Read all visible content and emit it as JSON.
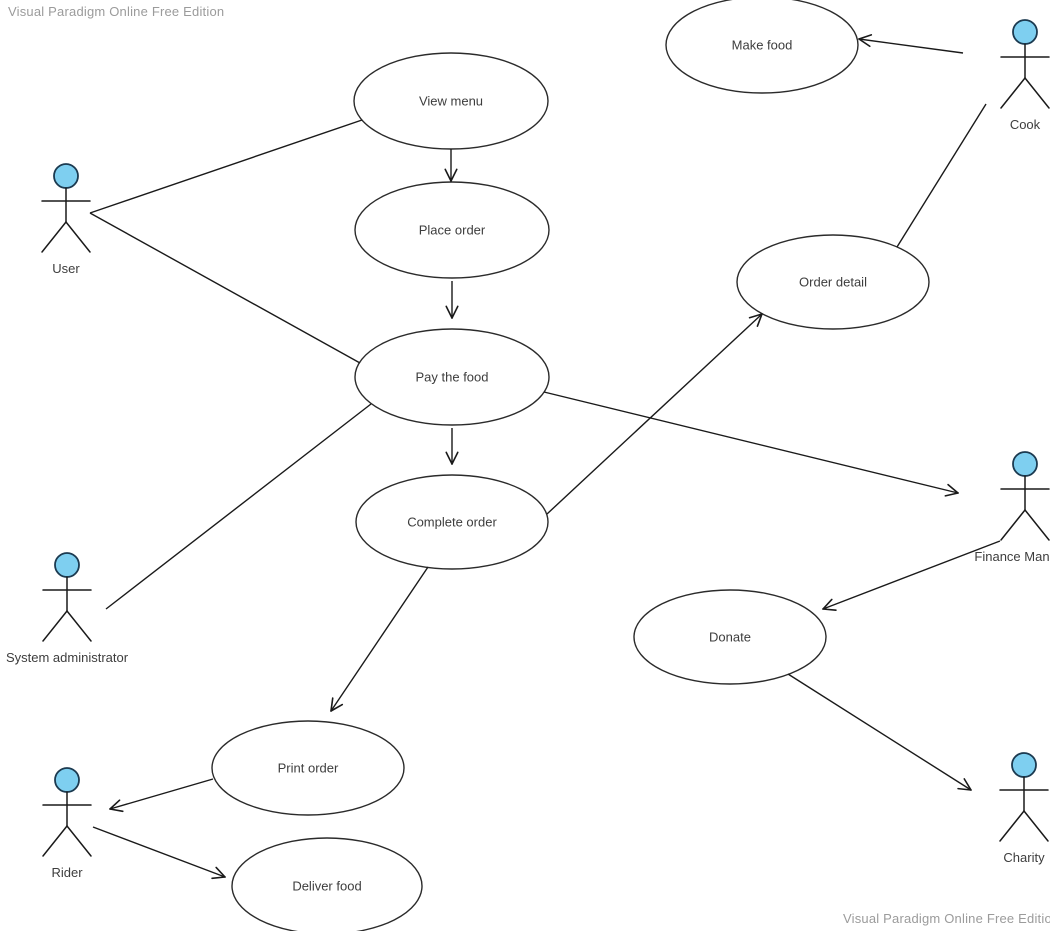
{
  "watermarks": {
    "top_left": "Visual Paradigm Online Free Edition",
    "bottom_right": "Visual Paradigm Online Free Edition"
  },
  "colors": {
    "canvas_bg": "#FFFFFF",
    "actor_head_fill": "#7ECFF0",
    "actor_head_stroke": "#1C3A50",
    "shape_stroke": "#2B2B2B",
    "shape_fill": "#FFFFFF",
    "edge_color": "#1A1A1A",
    "label_color": "#3D3D3D",
    "watermark_color": "#9B9B9B"
  },
  "diagram": {
    "type": "uml-use-case",
    "use_cases": [
      {
        "id": "view-menu",
        "label": "View menu"
      },
      {
        "id": "place-order",
        "label": "Place order"
      },
      {
        "id": "pay-the-food",
        "label": "Pay the food"
      },
      {
        "id": "complete-order",
        "label": "Complete order"
      },
      {
        "id": "make-food",
        "label": "Make food"
      },
      {
        "id": "order-detail",
        "label": "Order detail"
      },
      {
        "id": "donate",
        "label": "Donate"
      },
      {
        "id": "print-order",
        "label": "Print order"
      },
      {
        "id": "deliver-food",
        "label": "Deliver food"
      }
    ],
    "actors": [
      {
        "id": "user",
        "label": "User"
      },
      {
        "id": "cook",
        "label": "Cook"
      },
      {
        "id": "system-administrator",
        "label": "System administrator"
      },
      {
        "id": "finance-manager",
        "label": "Finance Manager"
      },
      {
        "id": "rider",
        "label": "Rider"
      },
      {
        "id": "charity",
        "label": "Charity"
      }
    ],
    "edges": [
      {
        "from": "user",
        "to": "view-menu",
        "type": "line"
      },
      {
        "from": "user",
        "to": "pay-the-food",
        "type": "line"
      },
      {
        "from": "system-administrator",
        "to": "pay-the-food",
        "type": "line"
      },
      {
        "from": "view-menu",
        "to": "place-order",
        "type": "arrow"
      },
      {
        "from": "place-order",
        "to": "pay-the-food",
        "type": "arrow"
      },
      {
        "from": "pay-the-food",
        "to": "complete-order",
        "type": "arrow"
      },
      {
        "from": "cook",
        "to": "make-food",
        "type": "arrow"
      },
      {
        "from": "cook",
        "to": "order-detail",
        "type": "line"
      },
      {
        "from": "pay-the-food",
        "to": "finance-manager",
        "type": "arrow"
      },
      {
        "from": "complete-order",
        "to": "order-detail",
        "type": "arrow"
      },
      {
        "from": "finance-manager",
        "to": "donate",
        "type": "arrow"
      },
      {
        "from": "donate",
        "to": "charity",
        "type": "arrow"
      },
      {
        "from": "complete-order",
        "to": "print-order",
        "type": "arrow"
      },
      {
        "from": "print-order",
        "to": "rider",
        "type": "arrow"
      },
      {
        "from": "rider",
        "to": "deliver-food",
        "type": "arrow"
      }
    ]
  }
}
